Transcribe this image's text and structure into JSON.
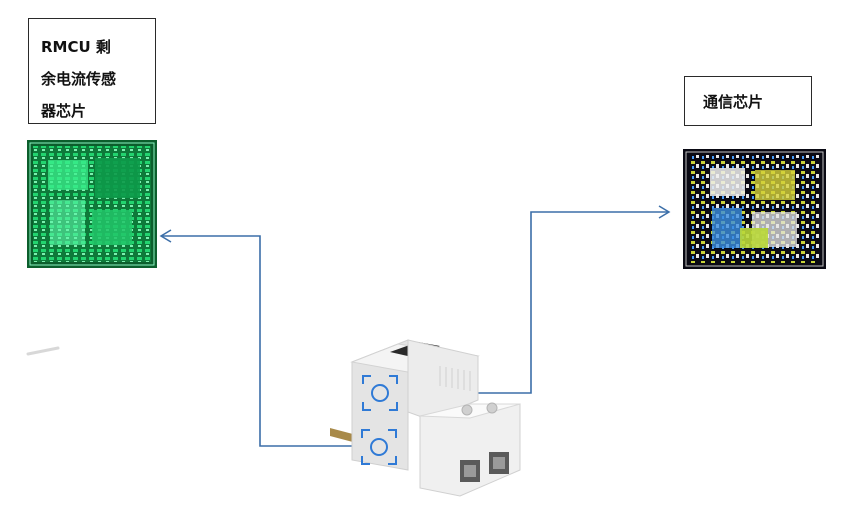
{
  "left_label": {
    "lines": [
      "RMCU  剩",
      "余电流传感",
      "器芯片"
    ]
  },
  "right_label": {
    "text": "通信芯片"
  },
  "colors": {
    "connector": "#3b6ea8",
    "focus_marker": "#2f7ad6",
    "left_chip_green": "#19c86a",
    "right_chip_bg": "#0a0a14",
    "device_body": "#ececec"
  },
  "icons": {
    "left_chip": "green-sensor-chip-die",
    "right_chip": "communication-chip-die",
    "device": "din-rail-device"
  }
}
